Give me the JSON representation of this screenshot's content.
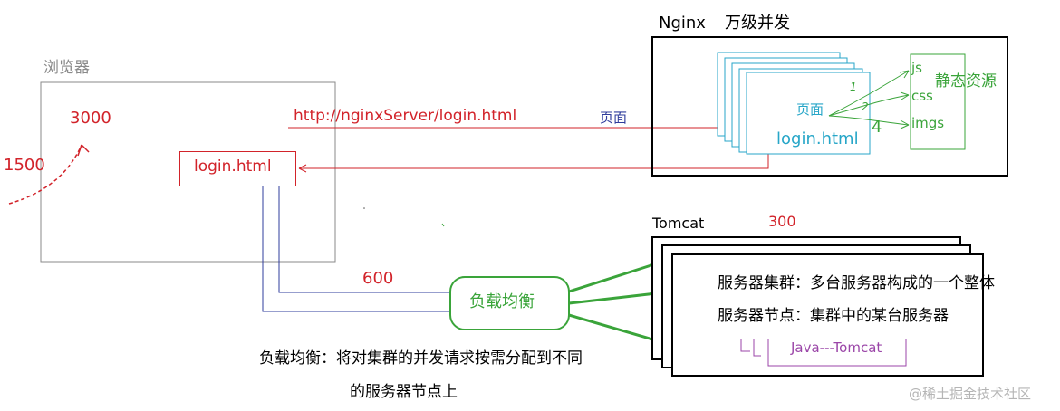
{
  "browser": {
    "label": "浏览器",
    "num_3000": "3000",
    "num_1500": "1500",
    "login_box": "login.html"
  },
  "request": {
    "url": "http://nginxServer/login.html",
    "page_label": "页面"
  },
  "nginx": {
    "title": "Nginx",
    "subtitle": "万级并发",
    "page_label": "页面",
    "login": "login.html",
    "static_title": "静态资源",
    "static_items": [
      "js",
      "css",
      "imgs"
    ],
    "marks": [
      "1",
      "2",
      "4"
    ]
  },
  "load_balancer": {
    "label": "负载均衡",
    "num_600": "600",
    "note_line1": "负载均衡：将对集群的并发请求按需分配到不同",
    "note_line2": "的服务器节点上"
  },
  "tomcat": {
    "title": "Tomcat",
    "num_300": "300",
    "line1": "服务器集群：多台服务器构成的一个整体",
    "line2": "服务器节点：集群中的某台服务器",
    "java": "Java---Tomcat"
  },
  "watermark": "@稀土掘金技术社区",
  "colors": {
    "red": "#d2232a",
    "blue": "#2f3c9c",
    "green": "#3aa43a",
    "cyan": "#27a6c8",
    "gray": "#8a8a8a",
    "purple": "#9b46a8"
  }
}
